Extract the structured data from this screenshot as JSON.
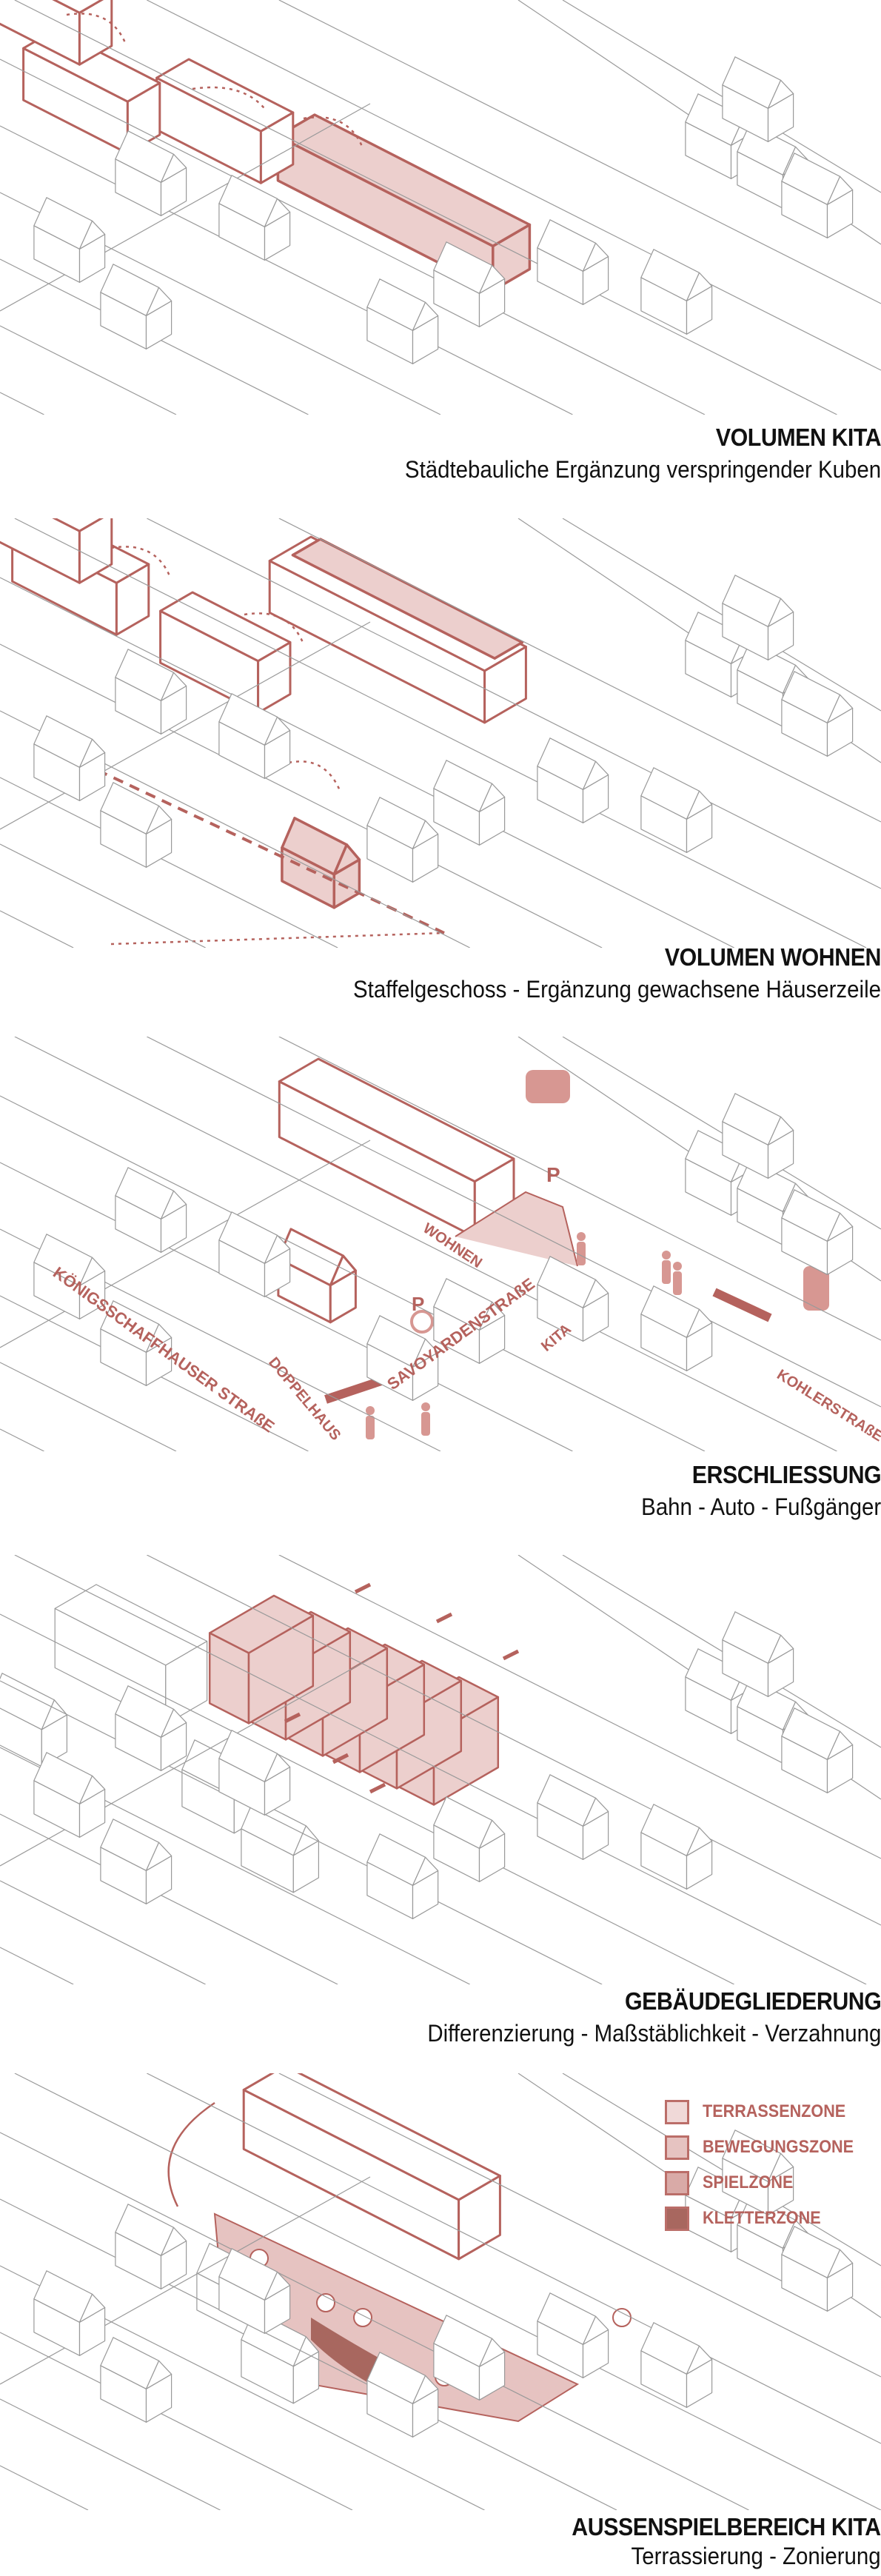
{
  "colors": {
    "accent": "#b5625d",
    "accent_fill": "#eccfcd",
    "line_grey": "#9a9a9a"
  },
  "panels": [
    {
      "title": "VOLUMEN KITA",
      "subtitle": "Städtebauliche Ergänzung verspringender Kuben"
    },
    {
      "title": "VOLUMEN WOHNEN",
      "subtitle": "Staffelgeschoss - Ergänzung gewachsene Häuserzeile"
    },
    {
      "title": "ERSCHLIESSUNG",
      "subtitle": "Bahn - Auto - Fußgänger",
      "labels": {
        "street_1": "KÖNIGSSCHAFFHAUSER STRAßE",
        "street_2": "SAVOYARDENSTRAßE",
        "street_3": "KOHLERSTRAßE",
        "building_1": "WOHNEN",
        "building_2": "KITA",
        "building_3": "DOPPELHAUS",
        "parking_car": "P",
        "parking_bike": "P"
      }
    },
    {
      "title": "GEBÄUDEGLIEDERUNG",
      "subtitle": "Differenzierung - Maßstäblichkeit - Verzahnung"
    },
    {
      "title": "AUSSENSPIELBEREICH KITA",
      "subtitle": "Terrassierung - Zonierung",
      "legend": [
        {
          "label": "TERRASSENZONE",
          "color": "#f0d9d8"
        },
        {
          "label": "BEWEGUNGSZONE",
          "color": "#e6c3c1"
        },
        {
          "label": "SPIELZONE",
          "color": "#d9aaa7"
        },
        {
          "label": "KLETTERZONE",
          "color": "#a8675f"
        }
      ]
    }
  ]
}
